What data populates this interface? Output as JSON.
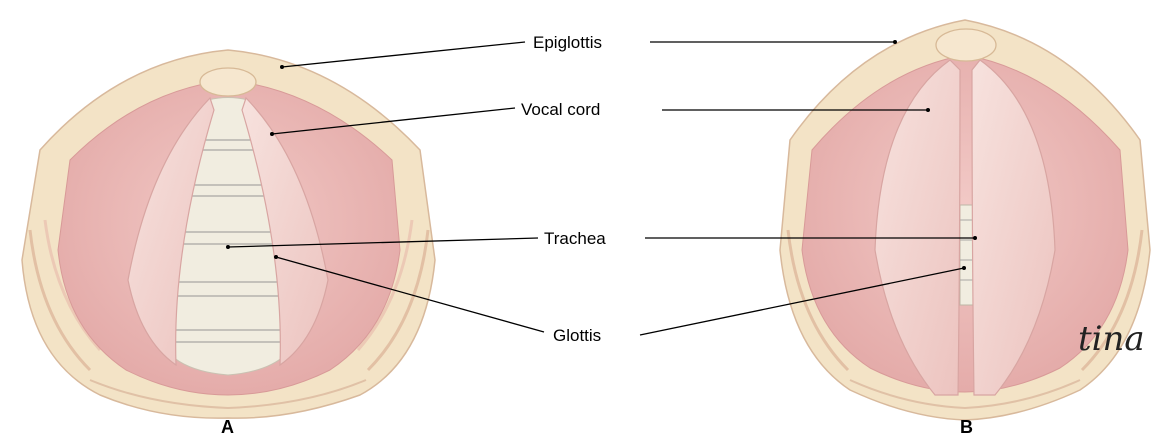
{
  "labels": {
    "epiglottis": "Epiglottis",
    "vocal_cord": "Vocal cord",
    "trachea": "Trachea",
    "glottis": "Glottis"
  },
  "panels": {
    "a": "A",
    "b": "B"
  },
  "signature": "tina",
  "colors": {
    "tissue_outer": "#f3e3c6",
    "tissue_mid": "#f0cfc6",
    "tissue_inner": "#e9b7b4",
    "cord": "#f2d4d1",
    "trachea_ring": "#f1ede0",
    "trachea_gap": "#a9a7a3"
  }
}
